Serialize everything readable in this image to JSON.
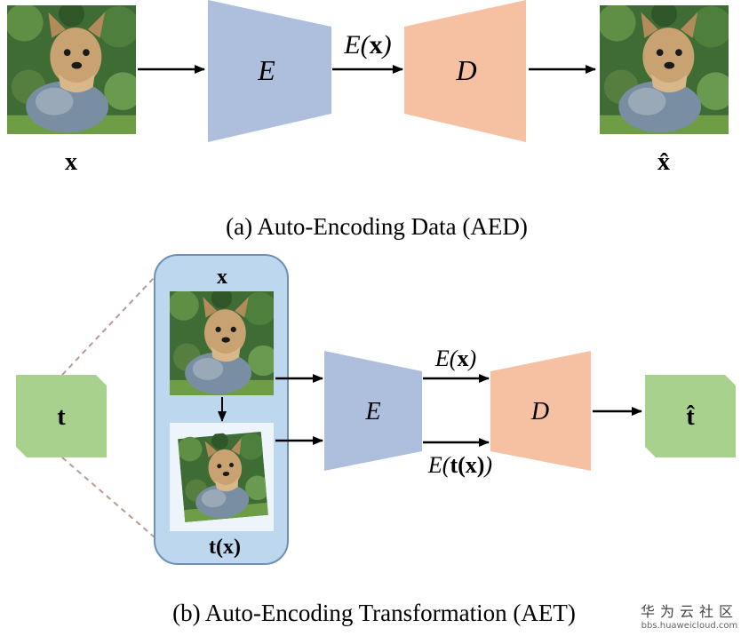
{
  "diagram_a": {
    "input_label": "x",
    "encoder_label": "E",
    "encoding_label_prefix": "E(",
    "encoding_label_var": "x",
    "encoding_label_suffix": ")",
    "decoder_label": "D",
    "output_label": "x̂",
    "caption": "(a) Auto-Encoding Data (AED)"
  },
  "diagram_b": {
    "transform_label": "t",
    "panel_top_label": "x",
    "panel_bottom_label": "t(x)",
    "encoder_label": "E",
    "encoding_top_prefix": "E(",
    "encoding_top_var": "x",
    "encoding_top_suffix": ")",
    "encoding_bottom_prefix": "E(",
    "encoding_bottom_var": "t(x)",
    "encoding_bottom_suffix": ")",
    "decoder_label": "D",
    "output_label": "t̂",
    "caption": "(b) Auto-Encoding Transformation (AET)"
  },
  "colors": {
    "encoder": "#aebfde",
    "decoder": "#f6c1a3",
    "transform_box": "#a9d18e",
    "panel": "#bdd7ee",
    "panel_border": "#6f8fb8"
  },
  "icons": [
    "dog-photo-icon"
  ],
  "watermark": {
    "main": "华为云社区",
    "sub": "bbs.huaweicloud.com"
  }
}
